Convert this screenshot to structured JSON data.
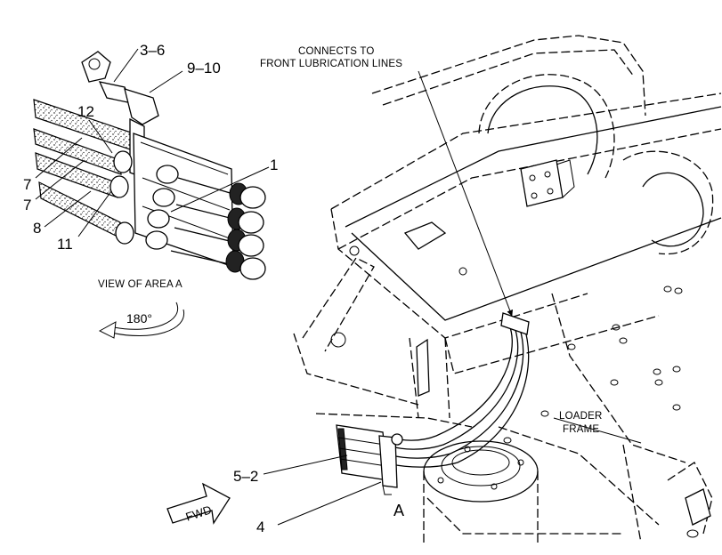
{
  "callouts": {
    "c36": "3–6",
    "c910": "9–10",
    "c12": "12",
    "c1": "1",
    "c7a": "7",
    "c7b": "7",
    "c8": "8",
    "c11": "11",
    "c52": "5–2",
    "c4": "4"
  },
  "captions": {
    "connects_line1": "CONNECTS TO",
    "connects_line2": "FRONT LUBRICATION LINES",
    "view_of_area": "VIEW OF AREA  A",
    "rotation": "180°",
    "loader_line1": "LOADER",
    "loader_line2": "FRAME",
    "area_marker": "A",
    "fwd": "FWD"
  }
}
